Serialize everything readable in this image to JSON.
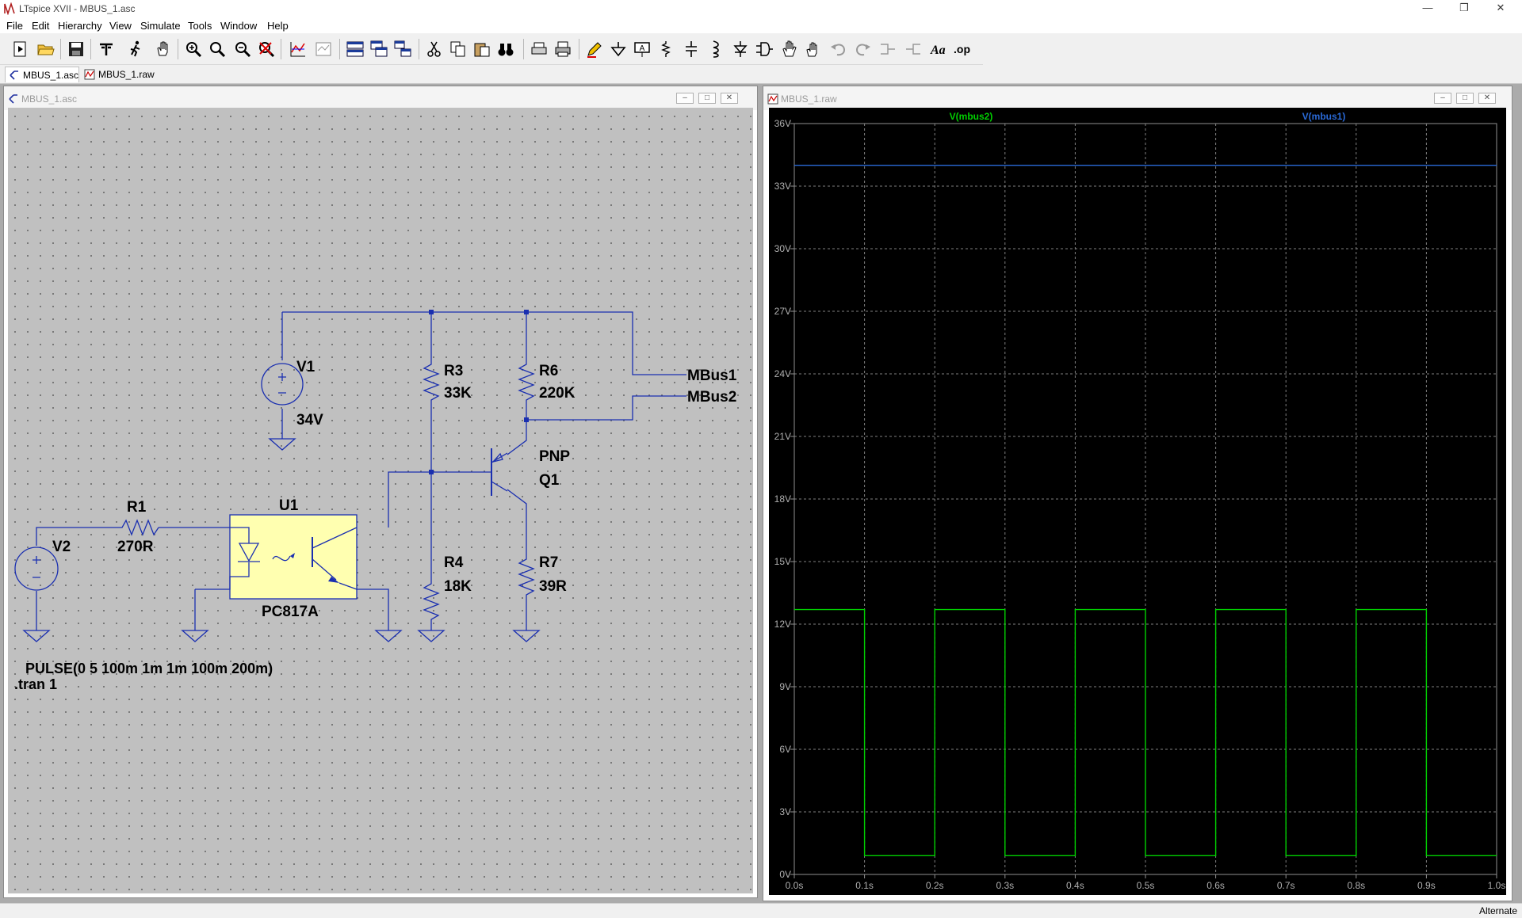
{
  "window": {
    "title": "LTspice XVII - MBUS_1.asc"
  },
  "menu": [
    "File",
    "Edit",
    "Hierarchy",
    "View",
    "Simulate",
    "Tools",
    "Window",
    "Help"
  ],
  "tabs": [
    {
      "label": "MBUS_1.asc",
      "active": true
    },
    {
      "label": "MBUS_1.raw",
      "active": false
    }
  ],
  "schematic_window": {
    "title": "MBUS_1.asc"
  },
  "waveform_window": {
    "title": "MBUS_1.raw"
  },
  "schematic": {
    "V1": {
      "name": "V1",
      "value": "34V"
    },
    "V2": {
      "name": "V2"
    },
    "R1": {
      "name": "R1",
      "value": "270R"
    },
    "R3": {
      "name": "R3",
      "value": "33K"
    },
    "R4": {
      "name": "R4",
      "value": "18K"
    },
    "R6": {
      "name": "R6",
      "value": "220K"
    },
    "R7": {
      "name": "R7",
      "value": "39R"
    },
    "U1": {
      "name": "U1",
      "value": "PC817A"
    },
    "Q1": {
      "name": "Q1",
      "value": "PNP"
    },
    "net_mbus1": "MBus1",
    "net_mbus2": "MBus2",
    "directive_pulse": "PULSE(0 5 100m 1m 1m 100m 200m)",
    "directive_tran": ".tran 1"
  },
  "chart_data": {
    "type": "line",
    "x_ticks": [
      "0.0s",
      "0.1s",
      "0.2s",
      "0.3s",
      "0.4s",
      "0.5s",
      "0.6s",
      "0.7s",
      "0.8s",
      "0.9s",
      "1.0s"
    ],
    "y_ticks": [
      "0V",
      "3V",
      "6V",
      "9V",
      "12V",
      "15V",
      "18V",
      "21V",
      "24V",
      "27V",
      "30V",
      "33V",
      "36V"
    ],
    "xlim": [
      0,
      1.0
    ],
    "ylim": [
      0,
      36
    ],
    "grid": true,
    "series": [
      {
        "name": "V(mbus2)",
        "color": "#00d000",
        "x": [
          0,
          0.1,
          0.1,
          0.2,
          0.2,
          0.3,
          0.3,
          0.4,
          0.4,
          0.5,
          0.5,
          0.6,
          0.6,
          0.7,
          0.7,
          0.8,
          0.8,
          0.9,
          0.9,
          1.0
        ],
        "y": [
          12.7,
          12.7,
          0.9,
          0.9,
          12.7,
          12.7,
          0.9,
          0.9,
          12.7,
          12.7,
          0.9,
          0.9,
          12.7,
          12.7,
          0.9,
          0.9,
          12.7,
          12.7,
          0.9,
          0.9
        ]
      },
      {
        "name": "V(mbus1)",
        "color": "#2a6ad8",
        "x": [
          0,
          1.0
        ],
        "y": [
          34,
          34
        ]
      }
    ]
  },
  "status": {
    "mode": "Alternate"
  }
}
